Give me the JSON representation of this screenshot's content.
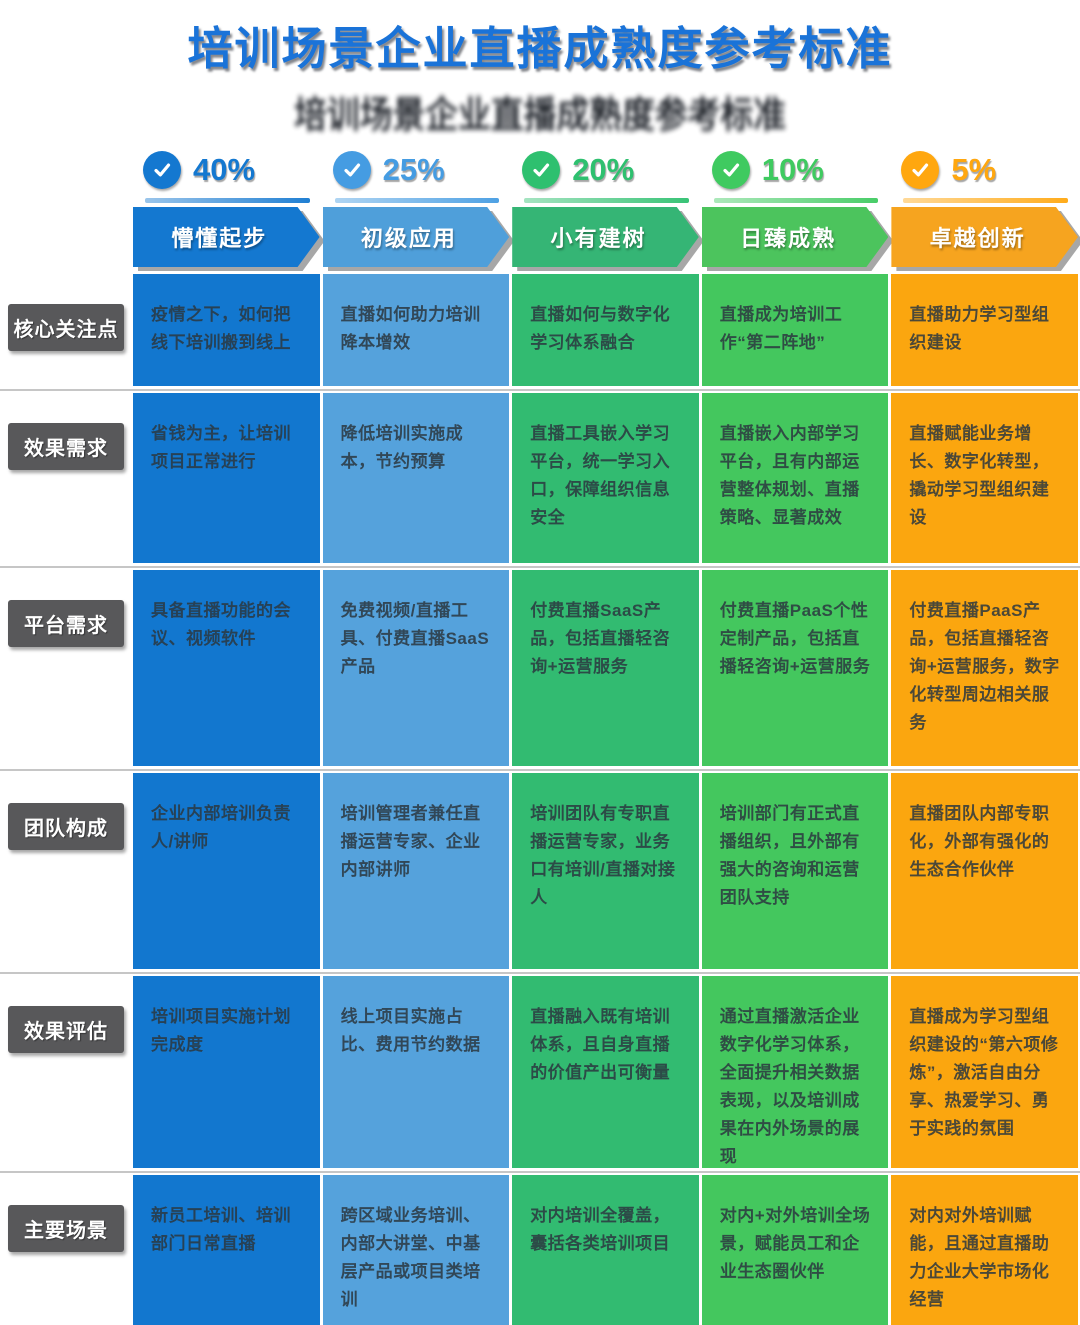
{
  "title": {
    "text": "培训场景企业直播成熟度参考标准"
  },
  "weights": [
    {
      "value": "40%",
      "icon": "check-circle",
      "color": "#1478d0"
    },
    {
      "value": "25%",
      "icon": "check-circle",
      "color": "#459ce2"
    },
    {
      "value": "20%",
      "icon": "check-circle",
      "color": "#2ec06f"
    },
    {
      "value": "10%",
      "icon": "check-circle",
      "color": "#3fca60"
    },
    {
      "value": "5%",
      "icon": "check-circle",
      "color": "#ffa70f"
    }
  ],
  "stages": [
    {
      "label": "懵懂起步",
      "color": "#1478d0"
    },
    {
      "label": "初级应用",
      "color": "#4f9fda"
    },
    {
      "label": "小有建树",
      "color": "#35b575"
    },
    {
      "label": "日臻成熟",
      "color": "#4cc45d"
    },
    {
      "label": "卓越创新",
      "color": "#f6a41f"
    }
  ],
  "rows": [
    {
      "label": "核心关注点",
      "cells": [
        "疫情之下，如何把线下培训搬到线上",
        "直播如何助力培训降本增效",
        "直播如何与数字化学习体系融合",
        "直播成为培训工作“第二阵地”",
        "直播助力学习型组织建设"
      ]
    },
    {
      "label": "效果需求",
      "cells": [
        "省钱为主，让培训项目正常进行",
        "降低培训实施成本，节约预算",
        "直播工具嵌入学习平台，统一学习入口，保障组织信息安全",
        "直播嵌入内部学习平台，且有内部运营整体规划、直播策略、显著成效",
        "直播赋能业务增长、数字化转型，撬动学习型组织建设"
      ]
    },
    {
      "label": "平台需求",
      "cells": [
        "具备直播功能的会议、视频软件",
        "免费视频/直播工具、付费直播SaaS产品",
        "付费直播SaaS产品，包括直播轻咨询+运营服务",
        "付费直播PaaS个性定制产品，包括直播轻咨询+运营服务",
        "付费直播PaaS产品，包括直播轻咨询+运营服务，数字化转型周边相关服务"
      ]
    },
    {
      "label": "团队构成",
      "cells": [
        "企业内部培训负责人/讲师",
        "培训管理者兼任直播运营专家、企业内部讲师",
        "培训团队有专职直播运营专家，业务口有培训/直播对接人",
        "培训部门有正式直播组织，且外部有强大的咨询和运营团队支持",
        "直播团队内部专职化，外部有强化的生态合作伙伴"
      ]
    },
    {
      "label": "效果评估",
      "cells": [
        "培训项目实施计划完成度",
        "线上项目实施占比、费用节约数据",
        "直播融入既有培训体系，且自身直播的价值产出可衡量",
        "通过直播激活企业数字化学习体系，全面提升相关数据表现，以及培训成果在内外场景的展现",
        "直播成为学习型组织建设的“第六项修炼”，激活自由分享、热爱学习、勇于实践的氛围"
      ]
    },
    {
      "label": "主要场景",
      "cells": [
        "新员工培训、培训部门日常直播",
        "跨区域业务培训、内部大讲堂、中基层产品或项目类培训",
        "对内培训全覆盖，囊括各类培训项目",
        "对内+对外培训全场景，赋能员工和企业生态圈伙伴",
        "对内对外培训赋能，且通过直播助力企业大学市场化经营"
      ]
    }
  ],
  "colors": {
    "title_blue": "#1a73d8",
    "row_label_bg": "#58585a",
    "column_backgrounds": [
      "#1277cf",
      "#55a2dc",
      "#32bb71",
      "#44c75e",
      "#fba60f"
    ]
  }
}
